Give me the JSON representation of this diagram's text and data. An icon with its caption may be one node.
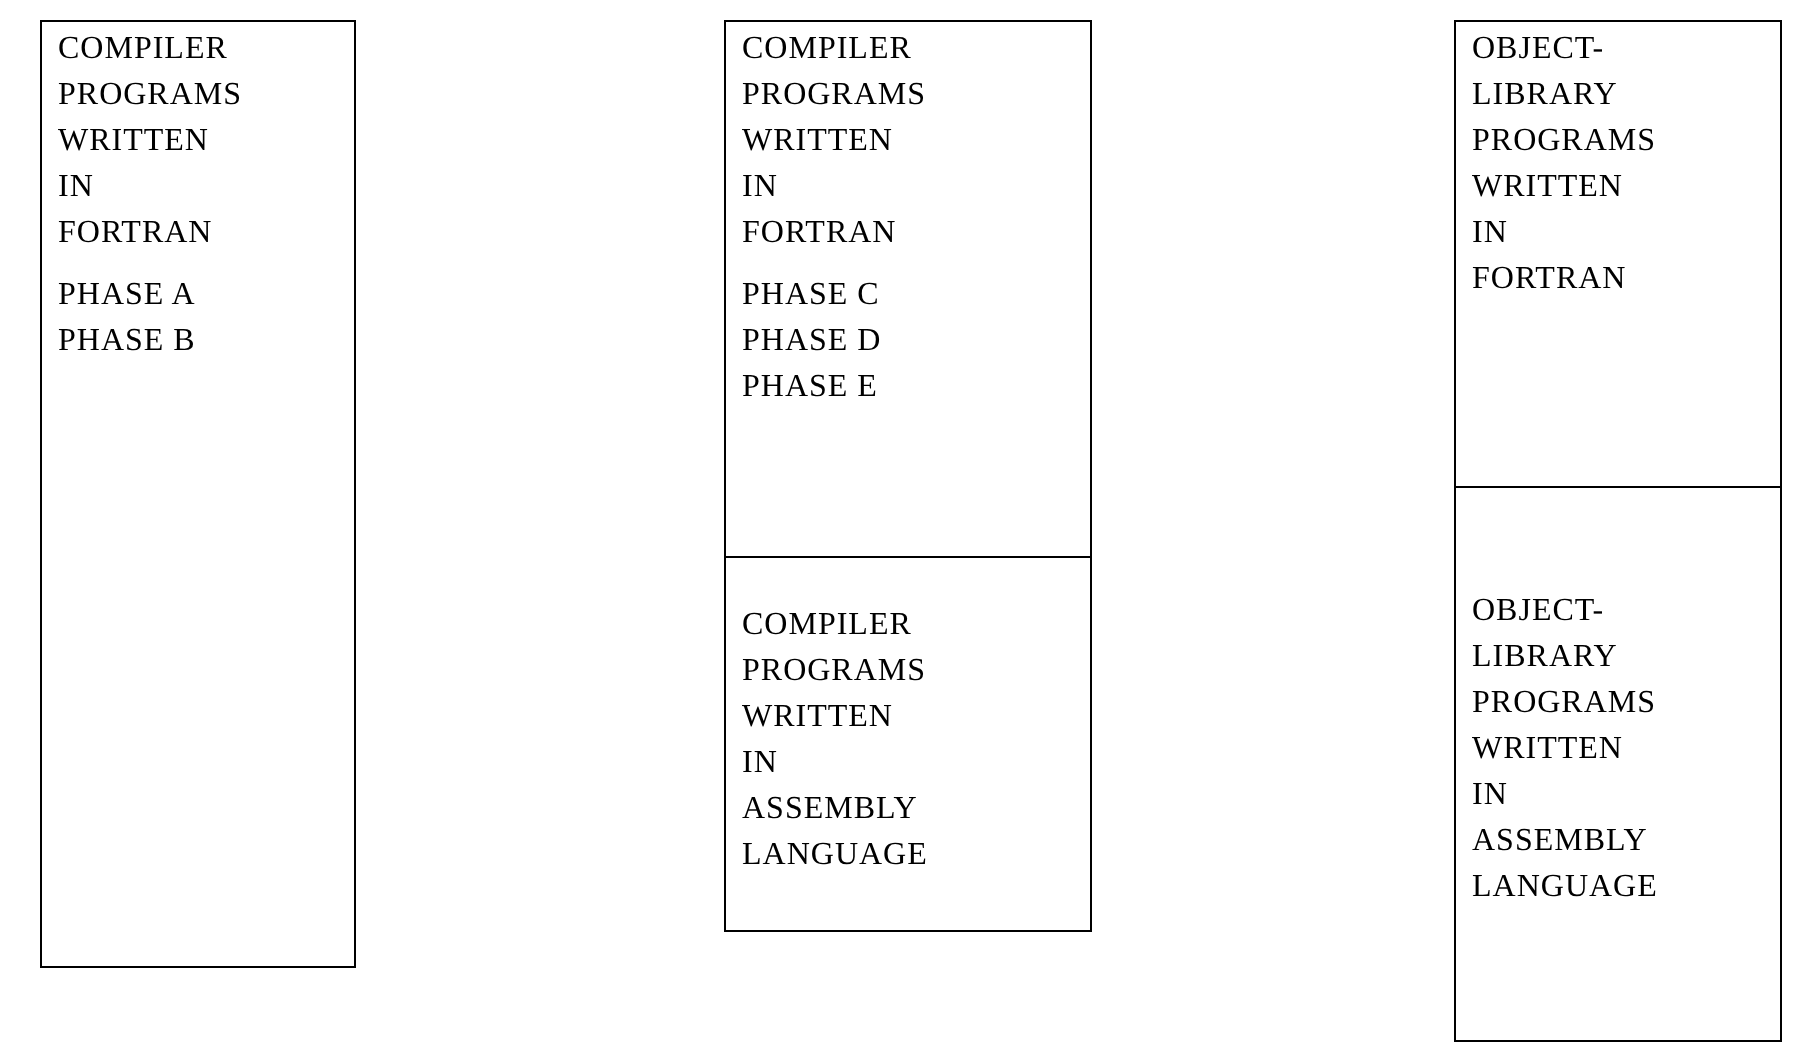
{
  "diagram": {
    "nodes": [
      {
        "text": [
          "COMPILER PROGRAMS WRITTEN IN FORTRAN",
          "PHASE A",
          "PHASE B"
        ]
      },
      {
        "text": [
          "COMPILER PROGRAMS WRITTEN IN FORTRAN",
          "PHASE C",
          "PHASE D",
          "PHASE E"
        ]
      },
      {
        "text": [
          "COMPILER PROGRAMS WRITTEN IN ASSEMBLY LANGUAGE"
        ]
      },
      {
        "text": [
          "OBJECT- LIBRARY PROGRAMS WRITTEN IN FORTRAN"
        ]
      },
      {
        "text": [
          "OBJECT- LIBRARY PROGRAMS WRITTEN IN ASSEMBLY LANGUAGE"
        ]
      }
    ]
  }
}
